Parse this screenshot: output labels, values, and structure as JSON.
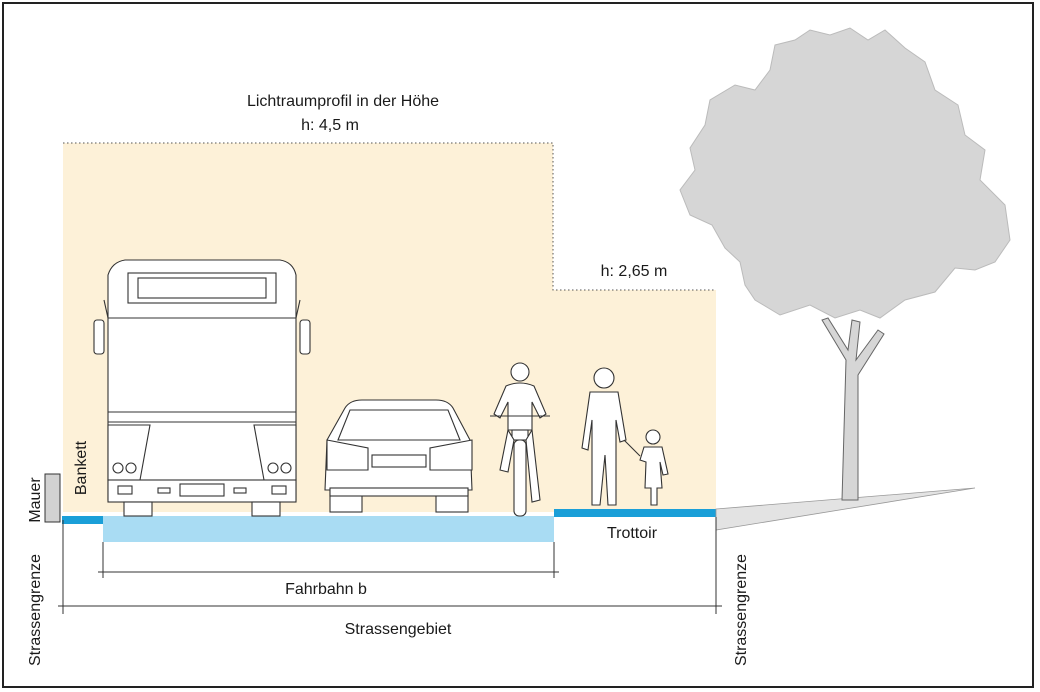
{
  "labels": {
    "clearance_title": "Lichtraumprofil in der Höhe",
    "height_road": "h: 4,5 m",
    "height_sidewalk": "h: 2,65 m",
    "wall": "Mauer",
    "verge": "Bankett",
    "sidewalk": "Trottoir",
    "carriageway": "Fahrbahn b",
    "road_area": "Strassengebiet",
    "boundary_left": "Strassengrenze",
    "boundary_right": "Strassengrenze"
  },
  "colors": {
    "clearance_fill": "#fdf1d8",
    "carriageway_fill": "#a9dcf3",
    "curb_blue": "#1a9fd8",
    "tree_fill": "#d6d6d6",
    "outline": "#333333"
  },
  "icons": [
    "bus-icon",
    "car-icon",
    "cyclist-icon",
    "adult-pedestrian-icon",
    "child-pedestrian-icon",
    "tree-icon",
    "wall-icon"
  ]
}
